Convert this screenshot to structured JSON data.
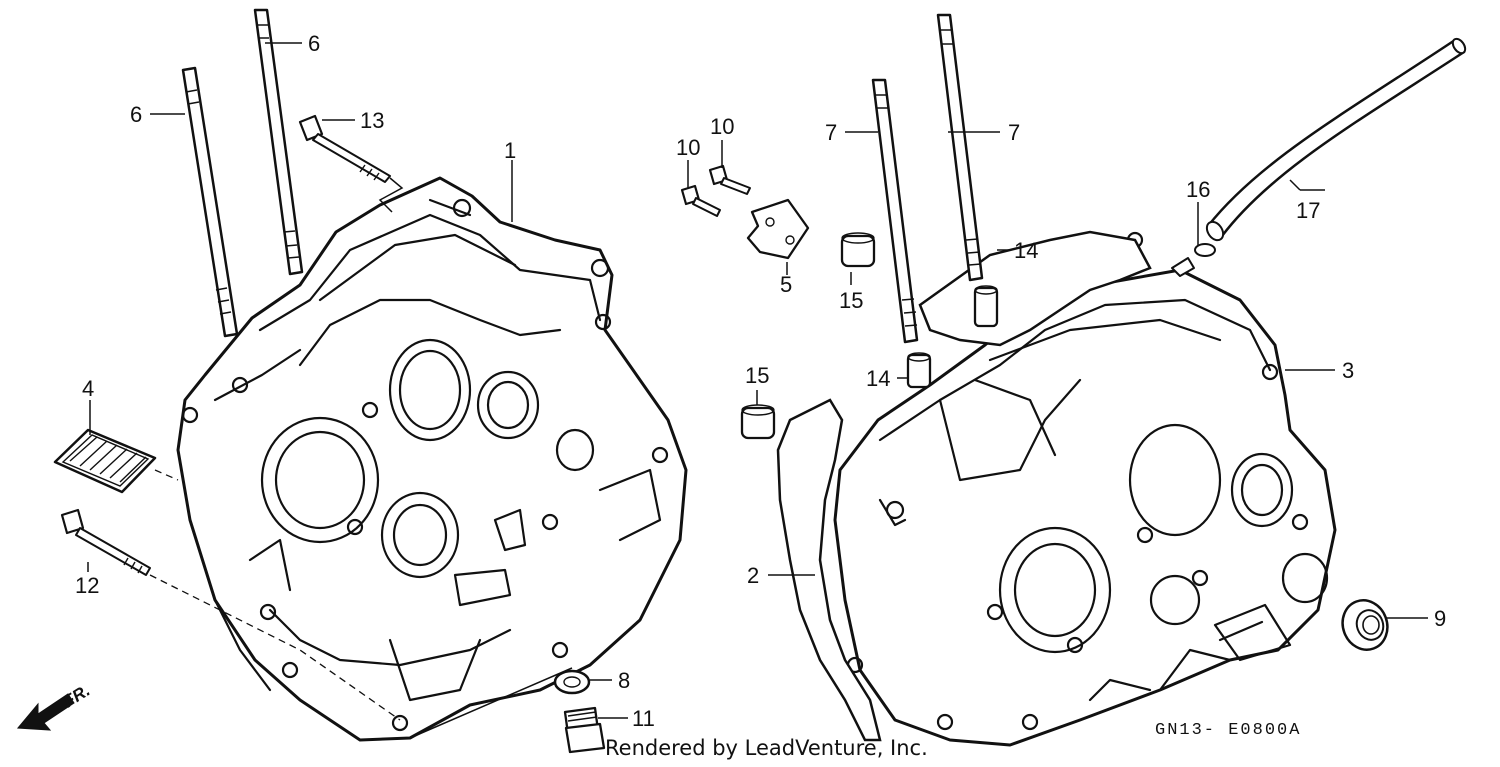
{
  "diagram": {
    "callouts": [
      {
        "id": "c1",
        "text": "1"
      },
      {
        "id": "c2",
        "text": "2"
      },
      {
        "id": "c3",
        "text": "3"
      },
      {
        "id": "c4",
        "text": "4"
      },
      {
        "id": "c5",
        "text": "5"
      },
      {
        "id": "c6a",
        "text": "6"
      },
      {
        "id": "c6b",
        "text": "6"
      },
      {
        "id": "c7a",
        "text": "7"
      },
      {
        "id": "c7b",
        "text": "7"
      },
      {
        "id": "c8",
        "text": "8"
      },
      {
        "id": "c9",
        "text": "9"
      },
      {
        "id": "c10a",
        "text": "10"
      },
      {
        "id": "c10b",
        "text": "10"
      },
      {
        "id": "c11",
        "text": "11"
      },
      {
        "id": "c12",
        "text": "12"
      },
      {
        "id": "c13",
        "text": "13"
      },
      {
        "id": "c14a",
        "text": "14"
      },
      {
        "id": "c14b",
        "text": "14"
      },
      {
        "id": "c15a",
        "text": "15"
      },
      {
        "id": "c15b",
        "text": "15"
      },
      {
        "id": "c16",
        "text": "16"
      },
      {
        "id": "c17",
        "text": "17"
      }
    ],
    "front_indicator": "FR.",
    "diagram_code": "GN13- E0800A",
    "credit": "Rendered by LeadVenture, Inc."
  }
}
